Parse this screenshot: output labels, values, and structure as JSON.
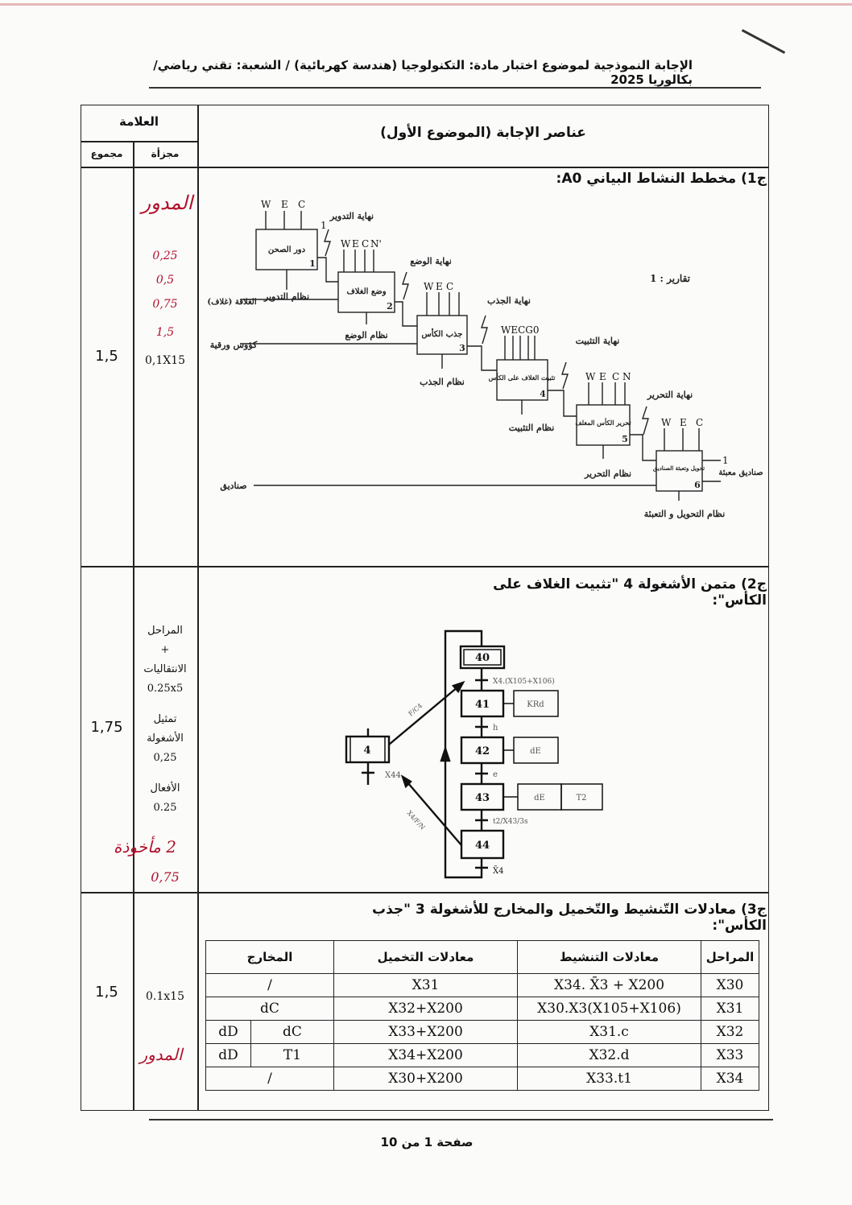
{
  "header": {
    "title": "الإجابة النموذجية لموضوع اختبار مادة: التكنولوجيا (هندسة كهربائية) / الشعبة: تقني رياضي/ بكالوريا 2025"
  },
  "table": {
    "col_main": "عناصر الإجابة (الموضوع الأول)",
    "col_mark": "العلامة",
    "col_partial": "مجزأة",
    "col_total": "مجموع"
  },
  "q1": {
    "title": "ج1) مخطط النشاط البياني A0:",
    "total": "1,5",
    "partial": "0,1X15",
    "handwritten": [
      "المدور",
      "0,25",
      "0,5",
      "0,75",
      "1,5"
    ],
    "legend": "1 : تقارير",
    "controls": {
      "w": "W",
      "e": "E",
      "c": "C",
      "n": "N'",
      "wecg": "WECG0",
      "n2": "N"
    },
    "boxes": [
      {
        "label": "دور الصحن",
        "num": "1",
        "control": "نظام التدوير",
        "end": "نهاية التدوير"
      },
      {
        "label": "وضع الغلاف",
        "num": "2",
        "control": "نظام الوضع",
        "end": "نهاية الوضع"
      },
      {
        "label": "جذب الكأس",
        "num": "3",
        "control": "نظام الجذب",
        "end": "نهاية الجذب"
      },
      {
        "label": "تثبيت الغلاف على الكأس",
        "num": "4",
        "control": "نظام التثبيت",
        "end": "نهاية التثبيت"
      },
      {
        "label": "تحرير الكأس المغلف",
        "num": "5",
        "control": "نظام التحرير",
        "end": "نهاية التحرير"
      },
      {
        "label": "تحويل وتعبئة الصناديق",
        "num": "6",
        "control": "نظام التحويل و التعبئة",
        "end": ""
      }
    ],
    "inputs": {
      "wrap": "الغلافة (غلاف)",
      "cups": "كؤوس ورقية",
      "boxes_in": "صناديق",
      "boxes_out": "صناديق معبئة"
    },
    "out_mark": "1"
  },
  "q2": {
    "title": "ج2) متمن الأشغولة 4 \"تثبيت الغلاف على الكأس\":",
    "total": "1,75",
    "partial": [
      "المراحل",
      "+",
      "الانتقاليات",
      "0.25x5",
      "تمثيل",
      "الأشغولة",
      "0,25",
      "الأفعال",
      "0.25"
    ],
    "handwritten": [
      "2 مأخوذة",
      "0,75"
    ],
    "steps": [
      "40",
      "41",
      "42",
      "43",
      "44"
    ],
    "task_step": "4",
    "actions": [
      "KRd",
      "dE",
      "dE",
      "T2"
    ],
    "transitions": [
      "X4.(X105+X106)",
      "h",
      "e",
      "t2/X43/3s",
      "X̄4"
    ],
    "task_transition": "X44",
    "arrow_labels": [
      "F/C4",
      "X4/F/N"
    ]
  },
  "q3": {
    "title": "ج3) معادلات التّنشيط والتّخميل والمخارج للأشغولة 3 \"جذب الكأس\":",
    "total": "1,5",
    "partial": "0.1x15",
    "handwritten": "المدور",
    "headers": {
      "steps": "المراحل",
      "activation": "معادلات التنشيط",
      "deactivation": "معادلات التخميل",
      "outputs": "المخارج"
    },
    "rows": [
      {
        "step": "X30",
        "act": "X34. X̄3 + X200",
        "deact": "X31",
        "out": [
          "/"
        ]
      },
      {
        "step": "X31",
        "act": "X30.X3(X105+X106)",
        "deact": "X32+X200",
        "out": [
          "dC"
        ]
      },
      {
        "step": "X32",
        "act": "X31.c",
        "deact": "X33+X200",
        "out": [
          "dC",
          "dD"
        ]
      },
      {
        "step": "X33",
        "act": "X32.d",
        "deact": "X34+X200",
        "out": [
          "T1",
          "dD"
        ]
      },
      {
        "step": "X34",
        "act": "X33.t1",
        "deact": "X30+X200",
        "out": [
          "/"
        ]
      }
    ]
  },
  "footer": {
    "page": "صفحة 1 من 10"
  }
}
